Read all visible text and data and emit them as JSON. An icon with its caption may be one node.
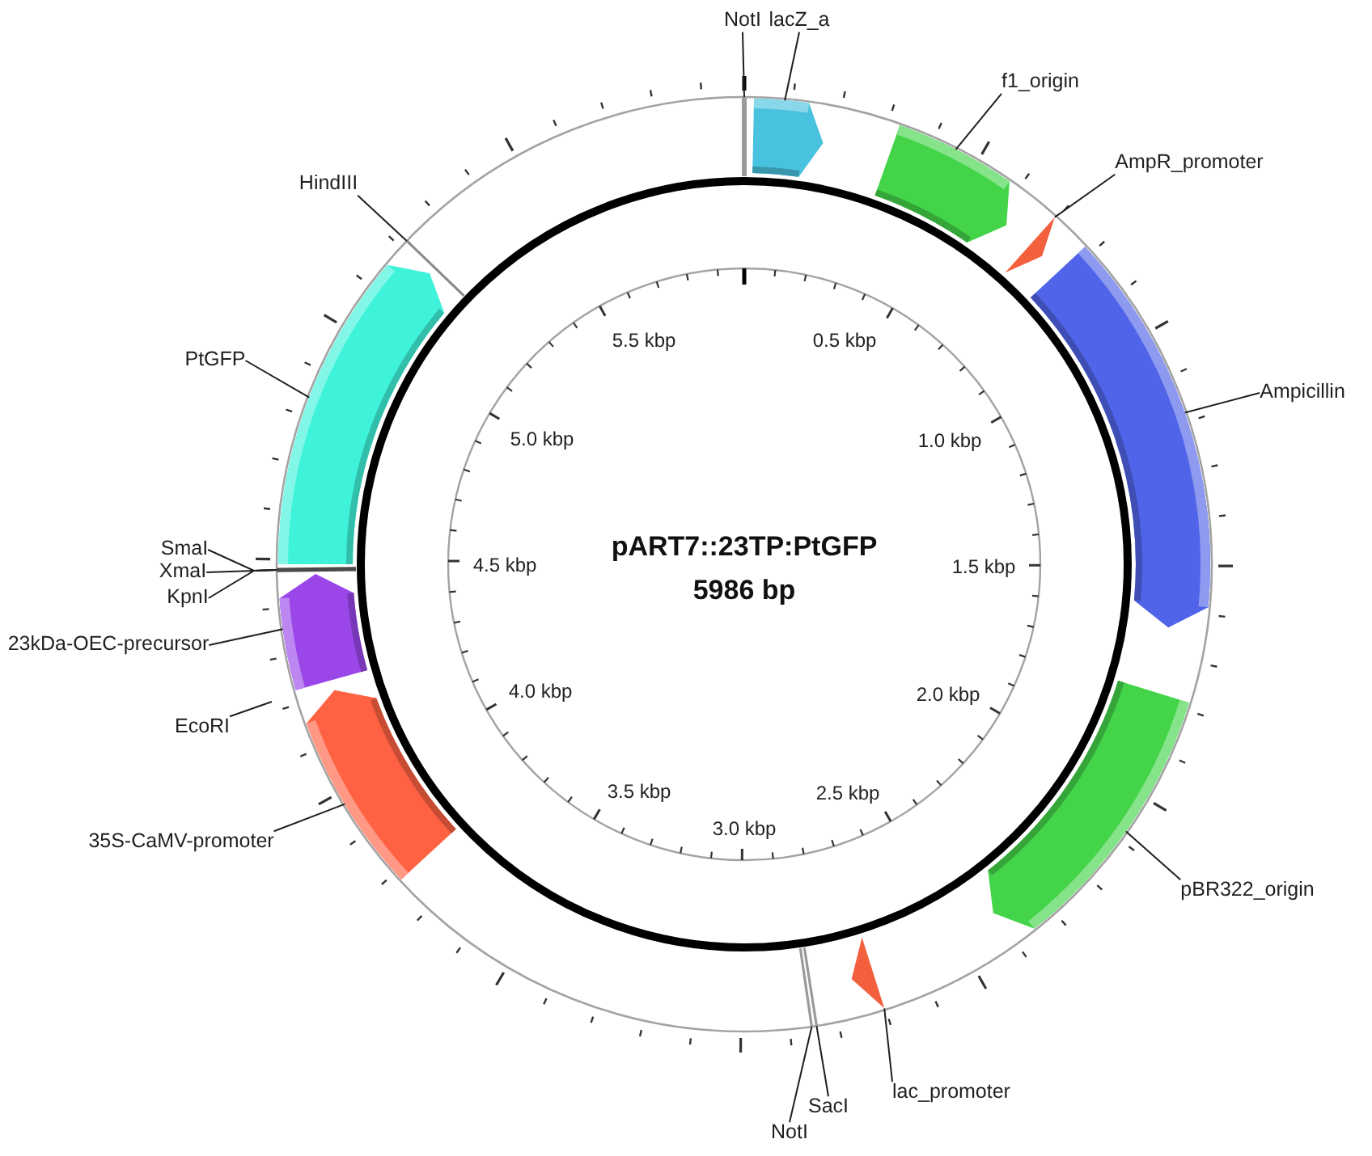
{
  "diagram": {
    "title": "pART7::23TP:PtGFP",
    "nodes": [
      {
        "text": [
          "NotI"
        ]
      },
      {
        "text": [
          "lacZ_a"
        ]
      },
      {
        "text": [
          "f1_origin"
        ]
      },
      {
        "text": [
          "AmpR_promoter"
        ]
      },
      {
        "text": [
          "HindIII"
        ]
      },
      {
        "text": [
          "PtGFP"
        ]
      },
      {
        "text": [
          "Ampicillin"
        ]
      },
      {
        "text": [
          "SmaI"
        ]
      },
      {
        "text": [
          "XmaI"
        ]
      },
      {
        "text": [
          "KpnI"
        ]
      },
      {
        "text": [
          "23kDa-OEC-precursor"
        ]
      },
      {
        "text": [
          "EcoRI"
        ]
      },
      {
        "text": [
          "35S-CaMV-promoter"
        ]
      },
      {
        "text": [
          "pBR322_origin"
        ]
      },
      {
        "text": [
          "lac_promoter"
        ]
      },
      {
        "text": [
          "SacI"
        ]
      },
      {
        "text": [
          "NotI"
        ]
      },
      {
        "text": [],
        "shape": "bar"
      },
      {
        "text": [],
        "shape": "arrow"
      },
      {
        "text": [],
        "shape": "arrow"
      },
      {
        "text": [],
        "shape": "triangle"
      },
      {
        "text": [],
        "shape": "bar"
      },
      {
        "text": [],
        "shape": "arrow"
      },
      {
        "text": [],
        "shape": "arrow"
      },
      {
        "text": [],
        "shape": "bar"
      },
      {
        "text": [],
        "shape": "arrow"
      },
      {
        "text": [],
        "shape": "arrow"
      },
      {
        "text": [],
        "shape": "arrow"
      },
      {
        "text": [],
        "shape": "triangle"
      },
      {
        "text": [],
        "shape": "bar"
      },
      {
        "text": [],
        "shape": "bar"
      }
    ],
    "edges": [
      {
        "from": 0,
        "to": 17,
        "arrow": "none"
      },
      {
        "from": 1,
        "to": 18,
        "arrow": "none"
      },
      {
        "from": 2,
        "to": 19,
        "arrow": "none"
      },
      {
        "from": 3,
        "to": 20,
        "arrow": "none"
      },
      {
        "from": 4,
        "to": 21,
        "arrow": "none"
      },
      {
        "from": 5,
        "to": 23,
        "arrow": "none"
      },
      {
        "from": 6,
        "to": 22,
        "arrow": "none"
      },
      {
        "from": 7,
        "to": 24,
        "arrow": "none"
      },
      {
        "from": 8,
        "to": 24,
        "arrow": "none"
      },
      {
        "from": 9,
        "to": 24,
        "arrow": "none"
      },
      {
        "from": 10,
        "to": 25,
        "arrow": "none"
      },
      {
        "from": 11,
        "to": null,
        "arrow": "none"
      },
      {
        "from": 12,
        "to": 27,
        "arrow": "none"
      },
      {
        "from": 13,
        "to": 26,
        "arrow": "none"
      },
      {
        "from": 14,
        "to": 28,
        "arrow": "none"
      },
      {
        "from": 15,
        "to": 30,
        "arrow": "none"
      },
      {
        "from": 16,
        "to": 29,
        "arrow": "none"
      }
    ],
    "labels": [
      "5986 bp",
      "0.5 kbp",
      "1.0 kbp",
      "1.5 kbp",
      "2.0 kbp",
      "2.5 kbp",
      "3.0 kbp",
      "3.5 kbp",
      "4.0 kbp",
      "4.5 kbp",
      "5.0 kbp",
      "5.5 kbp"
    ]
  }
}
